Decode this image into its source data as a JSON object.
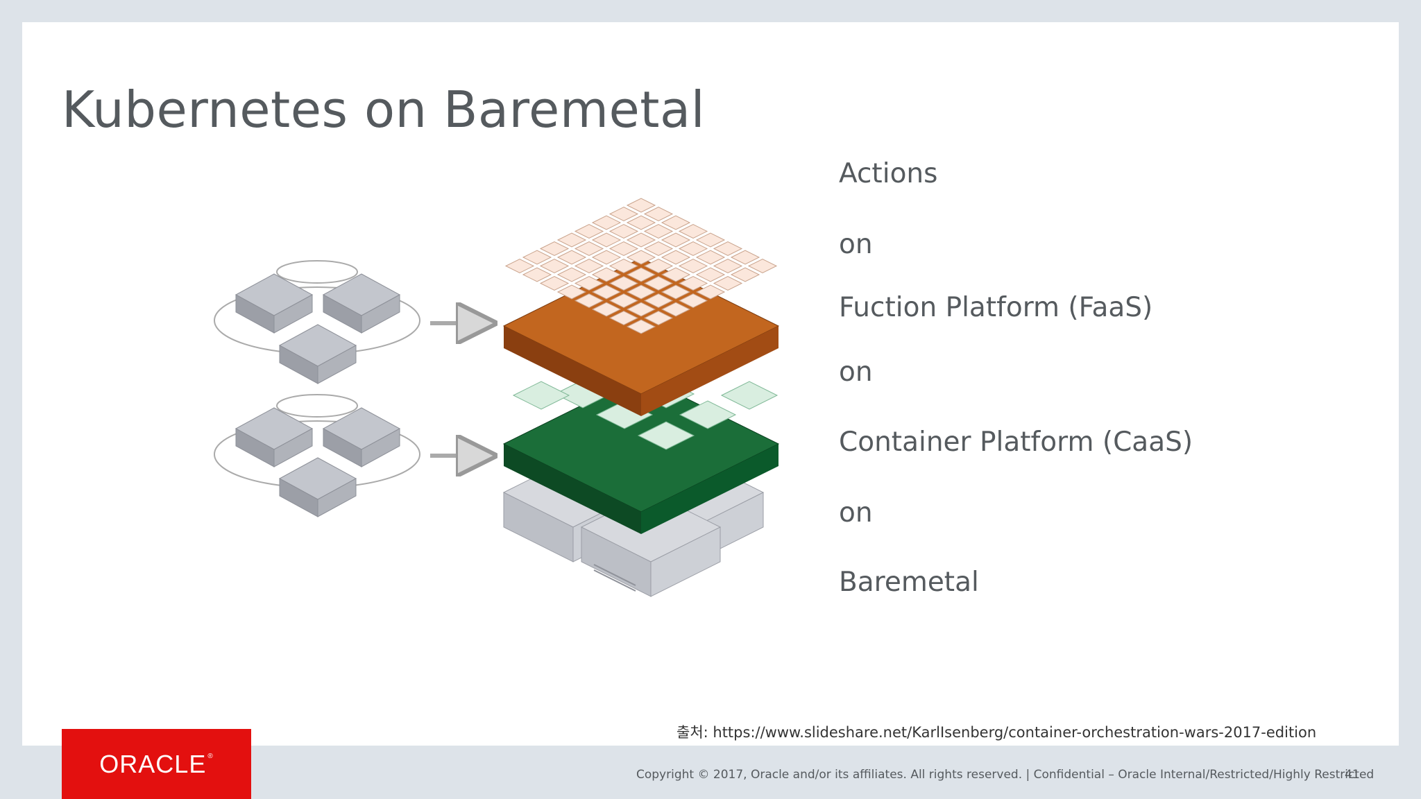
{
  "slide": {
    "title": "Kubernetes on Baremetal",
    "stack": [
      {
        "label": "Actions"
      },
      {
        "label": "on"
      },
      {
        "label": "Fuction Platform (FaaS)"
      },
      {
        "label": "on"
      },
      {
        "label": "Container Platform (CaaS)"
      },
      {
        "label": "on"
      },
      {
        "label": "Baremetal"
      }
    ],
    "source": "출처: https://www.slideshare.net/KarlIsenberg/container-orchestration-wars-2017-edition"
  },
  "footer": {
    "logo": "ORACLE",
    "logo_mark": "®",
    "copyright": "Copyright © 2017, Oracle and/or its affiliates. All rights reserved.  |  Confidential – Oracle Internal/Restricted/Highly Restricted",
    "page_number": "41"
  },
  "colors": {
    "background": "#dde3e9",
    "slide": "#ffffff",
    "text": "#555a5e",
    "oracle_red": "#e3100f",
    "faas_layer": "#b8561a",
    "caas_layer": "#0e5a2c",
    "server_gray": "#b9bcc4"
  },
  "icons": {
    "diagram": "kubernetes-layered-stack-illustration"
  }
}
